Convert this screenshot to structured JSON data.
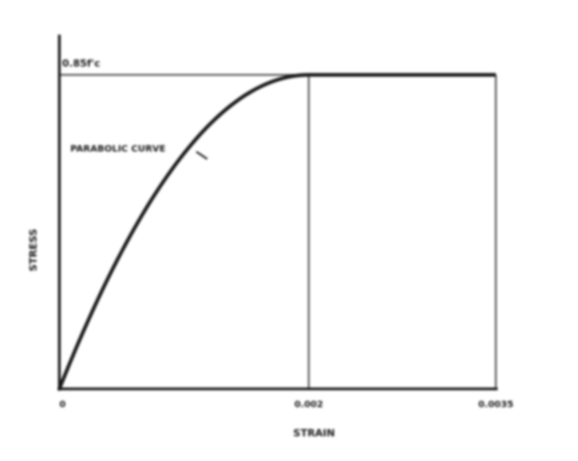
{
  "chart_data": {
    "type": "line",
    "title": "",
    "xlabel": "STRAIN",
    "ylabel": "STRESS",
    "x_ticks": [
      "0",
      "0.002",
      "0.0035"
    ],
    "y_tick_label": "0.85f'c",
    "annotations": [
      {
        "text": "PARABOLIC CURVE",
        "x": 0.0004,
        "y": 0.86
      }
    ],
    "xlim": [
      0,
      0.0035
    ],
    "ylim": [
      0,
      1.0
    ],
    "grid": false,
    "colors": {
      "line": "#1a1a1a",
      "reference": "#555555",
      "background": "#ffffff"
    },
    "series": [
      {
        "curve": "parabolic-then-flat",
        "points": [
          {
            "x": 0.0,
            "y": 0.0
          },
          {
            "x": 0.0005,
            "y": 0.4375
          },
          {
            "x": 0.001,
            "y": 0.75
          },
          {
            "x": 0.0015,
            "y": 0.9375
          },
          {
            "x": 0.002,
            "y": 1.0
          },
          {
            "x": 0.0035,
            "y": 1.0
          }
        ]
      }
    ],
    "reference_lines": [
      {
        "orientation": "vertical",
        "x": 0.002
      },
      {
        "orientation": "vertical",
        "x": 0.0035
      },
      {
        "orientation": "horizontal",
        "y": 1.0
      }
    ]
  }
}
